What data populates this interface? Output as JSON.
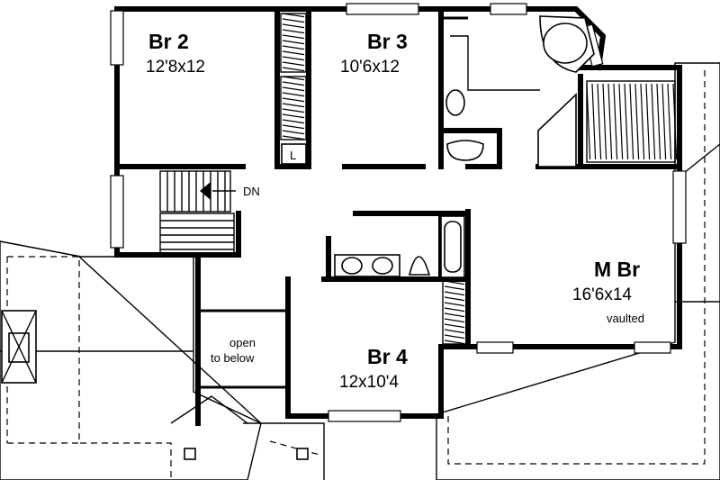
{
  "rooms": {
    "br2": {
      "name": "Br 2",
      "size": "12'8x12"
    },
    "br3": {
      "name": "Br 3",
      "size": "10'6x12"
    },
    "br4": {
      "name": "Br 4",
      "size": "12x10'4"
    },
    "mbr": {
      "name": "M Br",
      "size": "16'6x14",
      "note": "vaulted"
    }
  },
  "labels": {
    "stair_direction": "DN",
    "open_line1": "open",
    "open_line2": "to below",
    "linen": "L"
  }
}
